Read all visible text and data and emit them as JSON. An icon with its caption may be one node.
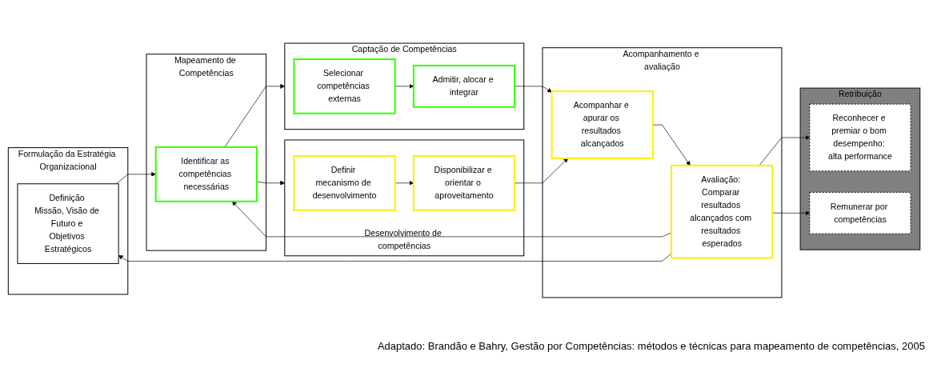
{
  "diagram": {
    "caption": "Adaptado: Brandão e Bahry, Gestão por Competências: métodos e técnicas para mapeamento de competências, 2005",
    "nodes": [
      {
        "text": [
          "Formulação da Estratégia Organizacional"
        ]
      },
      {
        "text": [
          "Definição Missão, Visão de Futuro e Objetivos Estratégicos"
        ],
        "in": 0
      },
      {
        "text": [
          "Mapeamento de Competências"
        ]
      },
      {
        "text": [
          "Identificar as competências necessárias"
        ],
        "in": 2
      },
      {
        "text": [
          "Captação de Competências"
        ]
      },
      {
        "text": [
          "Selecionar competências externas"
        ],
        "in": 4
      },
      {
        "text": [
          "Admitir, alocar e integrar"
        ],
        "in": 4
      },
      {
        "text": [
          "Desenvolvimento de competências"
        ]
      },
      {
        "text": [
          "Definir mecanismo de desenvolvimento"
        ],
        "in": 7
      },
      {
        "text": [
          "Disponibilizar e orientar o aproveitamento"
        ],
        "in": 7
      },
      {
        "text": [
          "Acompanhamento e avaliação"
        ]
      },
      {
        "text": [
          "Acompanhar e apurar os resultados alcançados"
        ],
        "in": 10
      },
      {
        "text": [
          "Avaliação: Comparar resultados alcançados com resultados esperados"
        ],
        "in": 10
      },
      {
        "text": [
          "Retribuição"
        ]
      },
      {
        "text": [
          "Reconhecer e premiar o bom desempenho: alta performance"
        ],
        "in": 13
      },
      {
        "text": [
          "Remunerar por competências"
        ],
        "in": 13
      }
    ],
    "edges": [
      {
        "from": 1,
        "to": 3,
        "arrow": "to"
      },
      {
        "from": 3,
        "to": 4,
        "arrow": "to"
      },
      {
        "from": 3,
        "to": 7,
        "arrow": "to"
      },
      {
        "from": 5,
        "to": 6,
        "arrow": "to"
      },
      {
        "from": 6,
        "to": 11,
        "arrow": "to"
      },
      {
        "from": 8,
        "to": 9,
        "arrow": "to"
      },
      {
        "from": 9,
        "to": 11,
        "arrow": "to"
      },
      {
        "from": 11,
        "to": 12,
        "arrow": "to"
      },
      {
        "from": 12,
        "to": 14,
        "arrow": "to"
      },
      {
        "from": 12,
        "to": 15,
        "arrow": "to"
      },
      {
        "from": 12,
        "to": 1,
        "arrow": "to"
      },
      {
        "from": 12,
        "to": 3,
        "arrow": "to"
      }
    ]
  }
}
